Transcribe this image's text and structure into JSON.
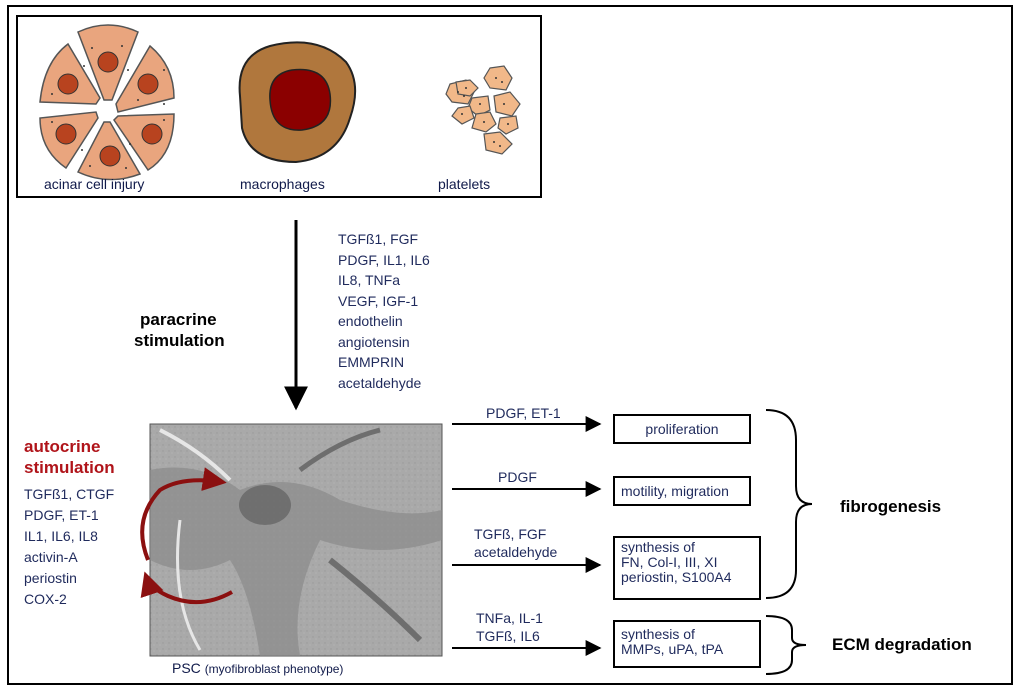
{
  "top_panel": {
    "acinar_label": "acinar cell injury",
    "macrophage_label": "macrophages",
    "platelet_label": "platelets"
  },
  "paracrine": {
    "label_line1": "paracrine",
    "label_line2": "stimulation",
    "factors": [
      "TGFß1, FGF",
      "PDGF, IL1, IL6",
      "IL8, TNFa",
      "VEGF, IGF-1",
      "endothelin",
      "angiotensin",
      "EMMPRIN",
      "acetaldehyde"
    ]
  },
  "autocrine": {
    "label_line1": "autocrine",
    "label_line2": "stimulation",
    "factors": [
      "TGFß1, CTGF",
      "PDGF, ET-1",
      "IL1, IL6, IL8",
      "activin-A",
      "periostin",
      "COX-2"
    ]
  },
  "psc": {
    "caption_main": "PSC",
    "caption_sub": "(myofibroblast phenotype)"
  },
  "arrows": [
    {
      "lines": [
        "PDGF, ET-1"
      ]
    },
    {
      "lines": [
        "PDGF"
      ]
    },
    {
      "lines": [
        "TGFß, FGF",
        "acetaldehyde"
      ]
    },
    {
      "lines": [
        "TNFa, IL-1",
        "TGFß, IL6"
      ]
    }
  ],
  "effects": [
    {
      "lines": [
        "proliferation"
      ]
    },
    {
      "lines": [
        "motility, migration"
      ]
    },
    {
      "lines": [
        "synthesis of",
        "FN, Col-I, III, XI",
        "periostin, S100A4"
      ]
    },
    {
      "lines": [
        "synthesis of",
        "MMPs, uPA, tPA"
      ]
    }
  ],
  "outcomes": {
    "fibrogenesis": "fibrogenesis",
    "ecm_degradation": "ECM degradation"
  },
  "colors": {
    "cell_fill": "#e9a57e",
    "nucleus": "#b8431f",
    "macrophage_outer": "#b0773d",
    "macrophage_inner": "#8b0000",
    "autocrine_red": "#b0141a",
    "text_navy": "#1f2a5c"
  }
}
